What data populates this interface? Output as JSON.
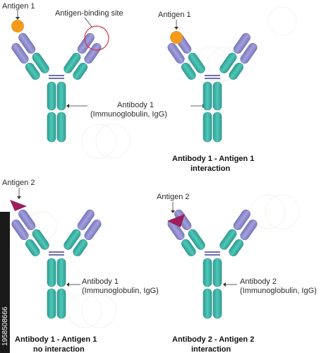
{
  "panels": {
    "tl": {
      "antigen_label": "Antigen 1",
      "site_label": "Antigen-binding site",
      "antibody_name": "Antibody 1",
      "antibody_sub": "(Immunoglobulin, IgG)"
    },
    "tr": {
      "antigen_label": "Antigen 1",
      "caption_line1": "Antibody 1 - Antigen 1",
      "caption_line2": "interaction"
    },
    "bl": {
      "antigen_label": "Antigen 2",
      "antibody_name": "Antibody 1",
      "antibody_sub": "(Immunoglobulin, IgG)",
      "caption_line1": "Antibody 1 - Antigen 1",
      "caption_line2": "no interaction"
    },
    "br": {
      "antigen_label": "Antigen 2",
      "antibody_name": "Antibody 2",
      "antibody_sub": "(Immunoglobulin, IgG)",
      "caption_line1": "Antibody 2 - Antigen 2",
      "caption_line2": "interaction"
    }
  },
  "side_text": "1958508666",
  "colors": {
    "heavy_chain": "#3fb6a8",
    "light_chain_variable": "#8a86c8",
    "hinge": "#6f6fb0",
    "antigen_1": "#f39a1d",
    "antigen_2": "#9b1f5a",
    "binding_site_circle": "#d9333f"
  }
}
